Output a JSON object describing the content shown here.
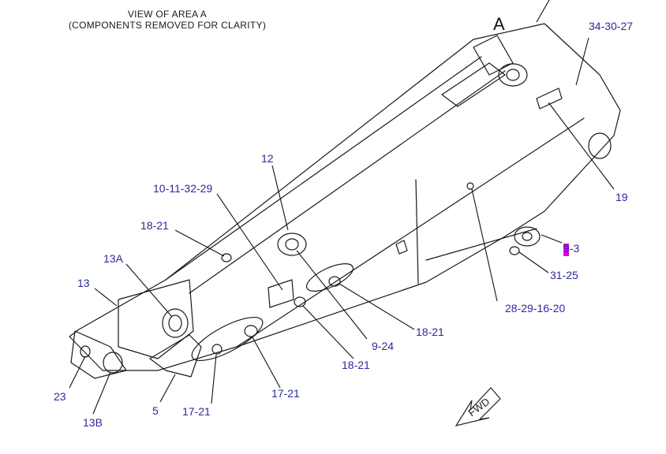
{
  "header": {
    "title": "VIEW OF AREA  A",
    "subtitle": "(COMPONENTS REMOVED FOR CLARITY)"
  },
  "view_letter": "A",
  "callouts": {
    "c_34_30_27": "34-30-27",
    "c_19": "19",
    "c_12": "12",
    "c_10_11_32_29": "10-11-32-29",
    "c_18_21_a": "18-21",
    "c_13a": "13A",
    "c_13": "13",
    "c_9_3": "9-3",
    "c_31_25": "31-25",
    "c_28_29_16_20": "28-29-16-20",
    "c_18_21_b": "18-21",
    "c_9_24": "9-24",
    "c_18_21_c": "18-21",
    "c_17_21_a": "17-21",
    "c_17_21_b": "17-21",
    "c_5": "5",
    "c_23": "23",
    "c_13b": "13B"
  },
  "fwd_label": "FWD",
  "colors": {
    "callout_text": "#2a2a9a",
    "leader_line": "#111111",
    "highlight": "#e000e0"
  }
}
